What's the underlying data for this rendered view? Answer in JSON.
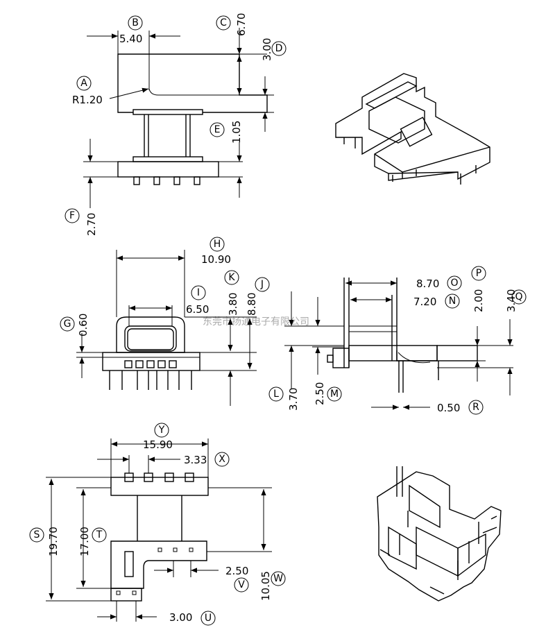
{
  "watermark": "东莞市扬通电子有限公司",
  "dimensions": {
    "A": {
      "label": "A",
      "value": "R1.20"
    },
    "B": {
      "label": "B",
      "value": "5.40"
    },
    "C": {
      "label": "C",
      "value": "6.70"
    },
    "D": {
      "label": "D",
      "value": "3.00"
    },
    "E": {
      "label": "E",
      "value": "1.05"
    },
    "F": {
      "label": "F",
      "value": "2.70"
    },
    "G": {
      "label": "G",
      "value": "0.60"
    },
    "H": {
      "label": "H",
      "value": "10.90"
    },
    "I": {
      "label": "I",
      "value": "6.50"
    },
    "J": {
      "label": "J",
      "value": "8.80"
    },
    "K": {
      "label": "K",
      "value": "3.80"
    },
    "L": {
      "label": "L",
      "value": "3.70"
    },
    "M": {
      "label": "M",
      "value": "2.50"
    },
    "N": {
      "label": "N",
      "value": "7.20"
    },
    "O": {
      "label": "O",
      "value": "8.70"
    },
    "P": {
      "label": "P",
      "value": "2.00"
    },
    "Q": {
      "label": "Q",
      "value": "3.40"
    },
    "R": {
      "label": "R",
      "value": "0.50"
    },
    "S": {
      "label": "S",
      "value": "19.70"
    },
    "T": {
      "label": "T",
      "value": "17.00"
    },
    "U": {
      "label": "U",
      "value": "3.00"
    },
    "V": {
      "label": "V",
      "value": "2.50"
    },
    "W": {
      "label": "W",
      "value": "10.05"
    },
    "X": {
      "label": "X",
      "value": "3.33"
    },
    "Y": {
      "label": "Y",
      "value": "15.90"
    }
  }
}
